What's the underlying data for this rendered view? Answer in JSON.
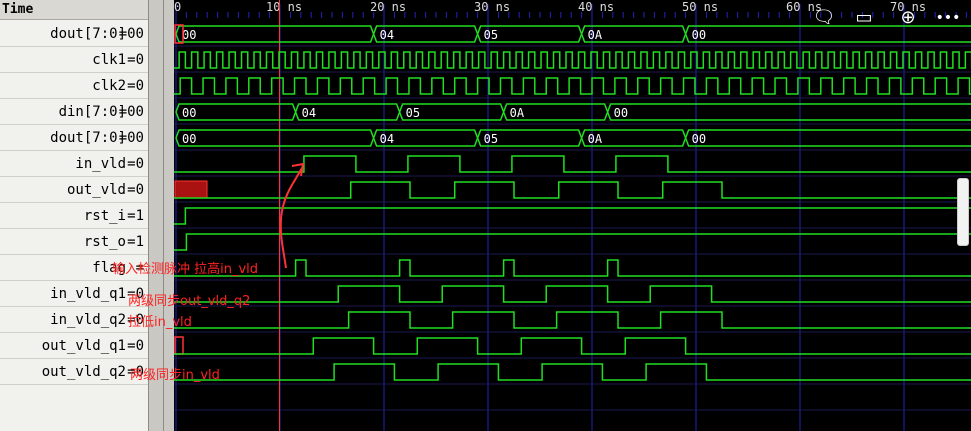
{
  "header": {
    "time_label": "Time"
  },
  "ruler": {
    "ticks": [
      "0",
      "10 ns",
      "20 ns",
      "30 ns",
      "40 ns",
      "50 ns",
      "60 ns",
      "70 ns"
    ]
  },
  "signals": [
    {
      "name": "dout[7:0]",
      "value": "=00"
    },
    {
      "name": "clk1",
      "value": "=0"
    },
    {
      "name": "clk2",
      "value": "=0"
    },
    {
      "name": "din[7:0]",
      "value": "=00"
    },
    {
      "name": "dout[7:0]",
      "value": "=00"
    },
    {
      "name": "in_vld",
      "value": "=0"
    },
    {
      "name": "out_vld",
      "value": "=0"
    },
    {
      "name": "rst_i",
      "value": "=1"
    },
    {
      "name": "rst_o",
      "value": "=1"
    },
    {
      "name": "flag",
      "value": "="
    },
    {
      "name": "in_vld_q1",
      "value": "=0"
    },
    {
      "name": "in_vld_q2",
      "value": "=0"
    },
    {
      "name": "out_vld_q1",
      "value": "=0"
    },
    {
      "name": "out_vld_q2",
      "value": "=0"
    }
  ],
  "bus_values": {
    "dout_top": [
      "00",
      "04",
      "05",
      "0A",
      "00"
    ],
    "din": [
      "00",
      "04",
      "05",
      "0A",
      "00"
    ],
    "dout": [
      "00",
      "04",
      "05",
      "0A",
      "00"
    ]
  },
  "annotations": {
    "flag_note": "输入检测脉冲 拉高in_vld",
    "in_vld_q1_note": "两级同步out_vld_q2",
    "in_vld_q2_note": "拉低in_vld",
    "out_vld_q2_note": "两级同步in_vld"
  },
  "toolbar": {
    "icons": [
      "comment-icon",
      "text-icon",
      "download-icon",
      "more-icon"
    ],
    "glyphs": [
      "🗨",
      "▭",
      "⊕",
      "•••"
    ]
  },
  "colors": {
    "wave": "#22dd22",
    "grid": "#2222bb",
    "cursor": "#ff3333",
    "annotation": "#ff2222",
    "x_state": "#aa1111"
  }
}
